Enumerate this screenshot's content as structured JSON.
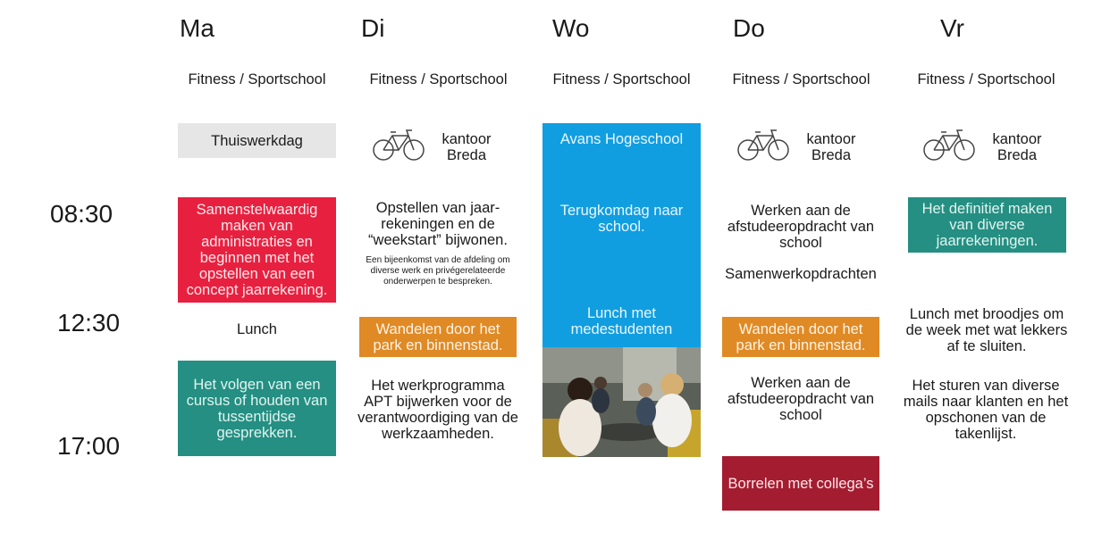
{
  "days": [
    "Ma",
    "Di",
    "Wo",
    "Do",
    "Vr"
  ],
  "times": [
    "08:30",
    "12:30",
    "17:00"
  ],
  "ma": {
    "fitness": "Fitness / Sportschool",
    "home": "Thuiswerkdag",
    "morning": "Samenstelwaardig maken van administraties en beginnen met het opstellen van een concept jaarrekening.",
    "lunch": "Lunch",
    "afternoon": "Het volgen van een cursus of houden van tussentijdse gesprekken."
  },
  "di": {
    "fitness": "Fitness / Sportschool",
    "office": "kantoor Breda",
    "morning": "Opstellen van jaar-rekeningen en de “weekstart” bijwonen.",
    "morning_note": "Een bijeenkomst van de afdeling om diverse werk en privégerelateerde onderwerpen te bespreken.",
    "lunch": "Wandelen door het park en binnenstad.",
    "afternoon": "Het werkprogramma APT bijwerken voor de verantwoordiging van de werkzaamheden."
  },
  "wo": {
    "fitness": "Fitness / Sportschool",
    "school": "Avans Hogeschool",
    "morning": "Terugkomdag naar school.",
    "lunch": "Lunch met medestudenten",
    "photo_label": "photo of students having lunch"
  },
  "do": {
    "fitness": "Fitness / Sportschool",
    "office": "kantoor Breda",
    "morning": "Werken aan de afstudeeropdracht van school",
    "collab": "Samenwerkopdrachten",
    "lunch": "Wandelen door het park en binnenstad.",
    "afternoon": "Werken aan de afstudeeropdracht van school",
    "evening": "Borrelen met collega’s"
  },
  "vr": {
    "fitness": "Fitness / Sportschool",
    "office": "kantoor Breda",
    "morning": "Het definitief maken van diverse jaarrekeningen.",
    "lunch": "Lunch met broodjes om de week met wat lekkers af te sluiten.",
    "afternoon": "Het sturen van diverse mails naar klanten en het opschonen van de takenlijst."
  },
  "colors": {
    "red": "#e8203f",
    "teal": "#248f82",
    "orange": "#e08a25",
    "blue": "#109ee0",
    "grey": "#e6e6e6",
    "darkred": "#a41c30"
  }
}
